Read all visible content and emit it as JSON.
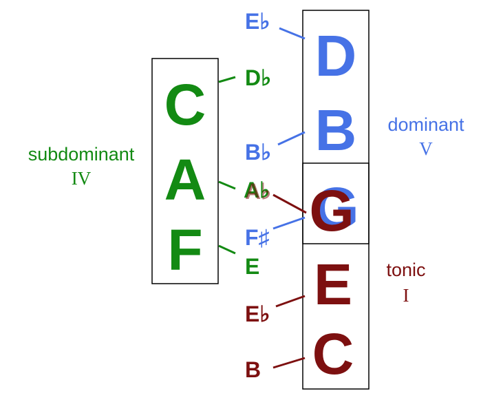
{
  "colors": {
    "subdominant": "#138a13",
    "dominant": "#4672e6",
    "tonic": "#7d1010",
    "box": "#000000"
  },
  "subdominant": {
    "label": "subdominant",
    "numeral": "IV",
    "chord_notes": [
      "C",
      "A",
      "F"
    ],
    "neighbors": [
      "D♭",
      "A♭",
      "E"
    ]
  },
  "dominant": {
    "label": "dominant",
    "numeral": "V",
    "chord_notes": [
      "D",
      "B",
      "G"
    ],
    "neighbors": [
      "E♭",
      "B♭",
      "F♯"
    ]
  },
  "tonic": {
    "label": "tonic",
    "numeral": "I",
    "chord_notes": [
      "G",
      "E",
      "C"
    ],
    "neighbors": [
      "A♭",
      "E♭",
      "B"
    ]
  }
}
